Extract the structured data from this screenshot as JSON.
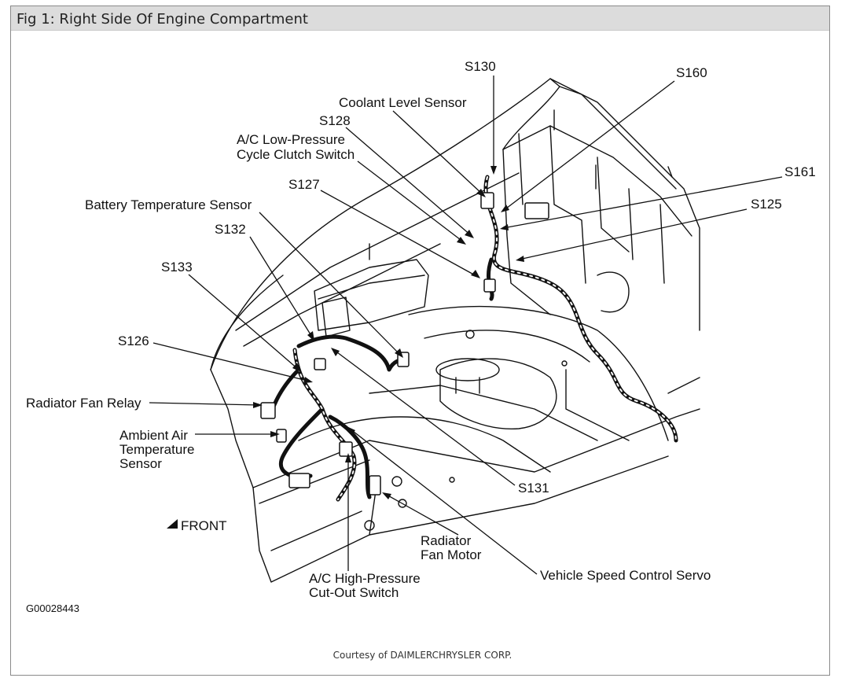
{
  "title": "Fig 1: Right Side Of Engine Compartment",
  "labels": {
    "s130": "S130",
    "s160": "S160",
    "coolant": "Coolant Level Sensor",
    "s128": "S128",
    "ac_low_1": "A/C Low-Pressure",
    "ac_low_2": "Cycle Clutch Switch",
    "s161": "S161",
    "s127": "S127",
    "s125": "S125",
    "battery_temp": "Battery Temperature Sensor",
    "s132": "S132",
    "s133": "S133",
    "s126": "S126",
    "radiator_relay": "Radiator Fan Relay",
    "ambient_1": "Ambient Air",
    "ambient_2": "Temperature",
    "ambient_3": "Sensor",
    "s131": "S131",
    "front": "FRONT",
    "fan_motor_1": "Radiator",
    "fan_motor_2": "Fan Motor",
    "speed_servo": "Vehicle Speed Control Servo",
    "ac_high_1": "A/C High-Pressure",
    "ac_high_2": "Cut-Out Switch",
    "figure_id": "G00028443"
  },
  "courtesy": "Courtesy of DAIMLERCHRYSLER CORP."
}
